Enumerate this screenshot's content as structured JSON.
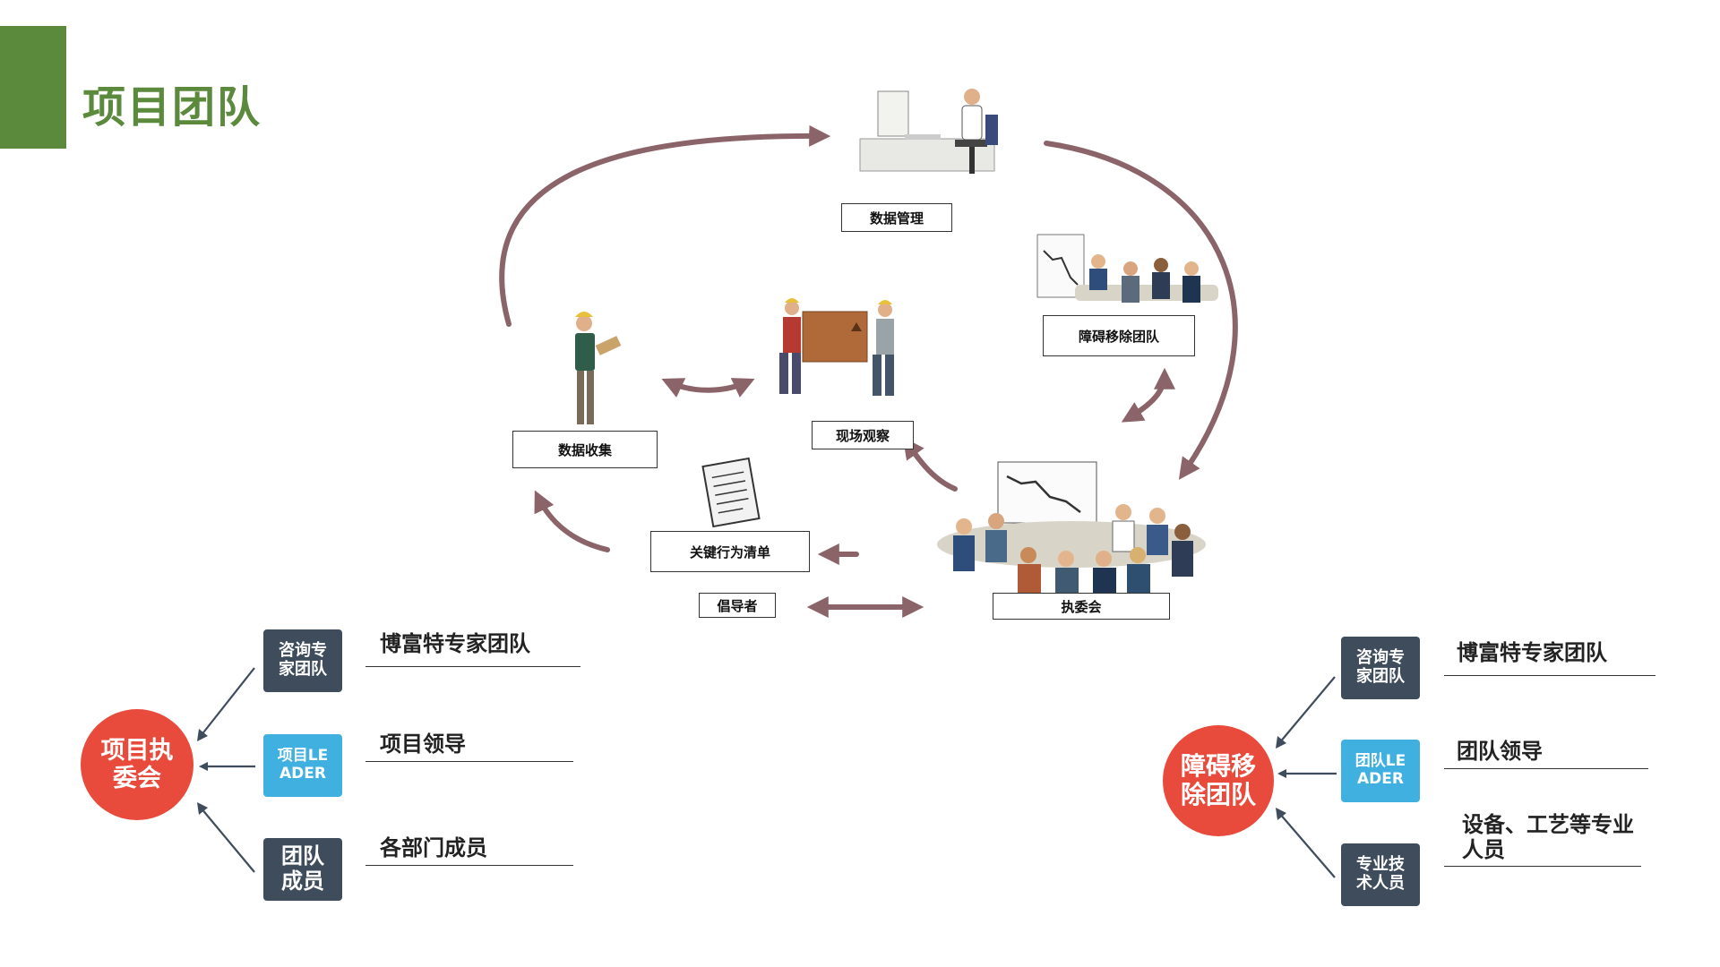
{
  "page": {
    "title": "项目团队"
  },
  "cycle": {
    "labels": {
      "data_management": "数据管理",
      "barrier_team": "障碍移除团队",
      "data_collection": "数据收集",
      "field_observation": "现场观察",
      "key_behavior_list": "关键行为清单",
      "advocate": "倡导者",
      "steering_committee": "执委会"
    },
    "colors": {
      "arrow": "#8b6469"
    }
  },
  "left_tree": {
    "hub": "项目执委会",
    "items": [
      {
        "box": "咨询专家团队",
        "desc": "博富特专家团队"
      },
      {
        "box": "项目LEADER",
        "desc": "项目领导"
      },
      {
        "box": "团队成员",
        "desc": "各部门成员"
      }
    ]
  },
  "right_tree": {
    "hub": "障碍移除团队",
    "items": [
      {
        "box": "咨询专家团队",
        "desc": "博富特专家团队"
      },
      {
        "box": "团队LEADER",
        "desc": "团队领导"
      },
      {
        "box": "专业技术人员",
        "desc": "设备、工艺等专业人员"
      }
    ]
  },
  "colors": {
    "accent_green": "#5b8a3c",
    "hub_red": "#e84a3c",
    "box_dark": "#3e4c5c",
    "box_light": "#3fb0e0"
  }
}
